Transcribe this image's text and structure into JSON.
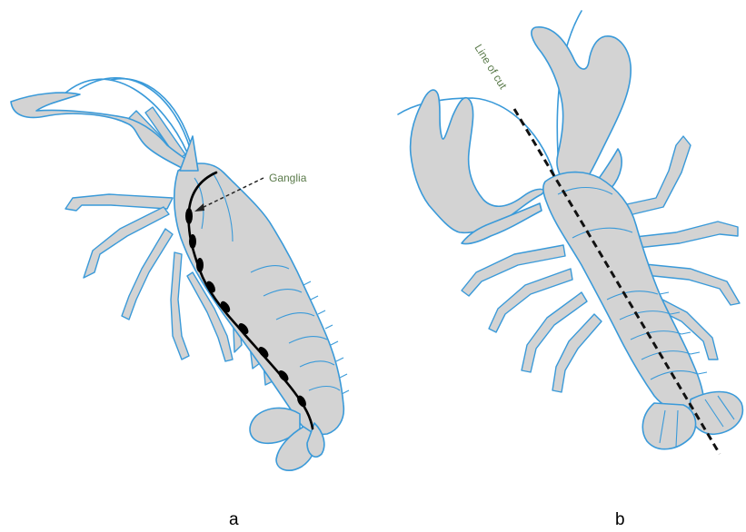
{
  "panels": [
    {
      "label": "a",
      "annotation": "Ganglia"
    },
    {
      "label": "b",
      "annotation": "Line of cut"
    }
  ],
  "colors": {
    "body_fill": "#d3d3d3",
    "outline": "#3a9ad9",
    "annotation_text": "#5a7a4a",
    "marker": "#000000"
  }
}
